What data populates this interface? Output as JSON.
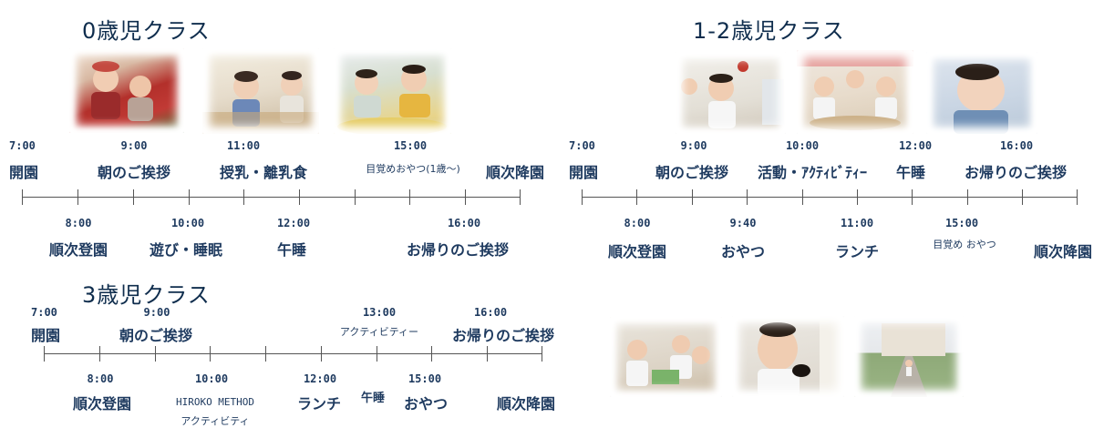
{
  "class0": {
    "title": "0歳児クラス",
    "top": [
      {
        "time": "7:00",
        "label": "開園"
      },
      {
        "time": "9:00",
        "label": "朝のご挨拶"
      },
      {
        "time": "11:00",
        "label": "授乳・離乳食"
      },
      {
        "time": "15:00",
        "label": "目覚めおやつ(1歳～)"
      }
    ],
    "end_label": "順次降園",
    "bottom": [
      {
        "time": "8:00",
        "label": "順次登園"
      },
      {
        "time": "10:00",
        "label": "遊び・睡眠"
      },
      {
        "time": "12:00",
        "label": "午睡"
      },
      {
        "time": "16:00",
        "label": "お帰りのご挨拶"
      }
    ]
  },
  "class12": {
    "title": "1-2歳児クラス",
    "top": [
      {
        "time": "7:00",
        "label": "開園"
      },
      {
        "time": "9:00",
        "label": "朝のご挨拶"
      },
      {
        "time": "10:00",
        "label": "活動・ｱｸﾃｨﾋﾞﾃｨｰ"
      },
      {
        "time": "12:00",
        "label": "午睡"
      },
      {
        "time": "16:00",
        "label": "お帰りのご挨拶"
      }
    ],
    "bottom": [
      {
        "time": "8:00",
        "label": "順次登園"
      },
      {
        "time": "9:40",
        "label": "おやつ"
      },
      {
        "time": "11:00",
        "label": "ランチ"
      },
      {
        "time": "15:00",
        "label": "目覚め おやつ"
      }
    ],
    "end_label": "順次降園"
  },
  "class3": {
    "title": "3歳児クラス",
    "top": [
      {
        "time": "7:00",
        "label": "開園"
      },
      {
        "time": "9:00",
        "label": "朝のご挨拶"
      },
      {
        "time": "13:00",
        "label": "アクティビティー"
      },
      {
        "time": "16:00",
        "label": "お帰りのご挨拶"
      }
    ],
    "bottom": [
      {
        "time": "8:00",
        "label": "順次登園"
      },
      {
        "time": "10:00",
        "label": "HIROKO METHOD",
        "sub": "アクティビティ"
      },
      {
        "time": "12:00",
        "label": "ランチ"
      },
      {
        "extra": "午睡"
      },
      {
        "time": "15:00",
        "label": "おやつ"
      }
    ],
    "end_label": "順次降園"
  },
  "colors": {
    "text": "#1e3a5f",
    "axis": "#555555"
  }
}
